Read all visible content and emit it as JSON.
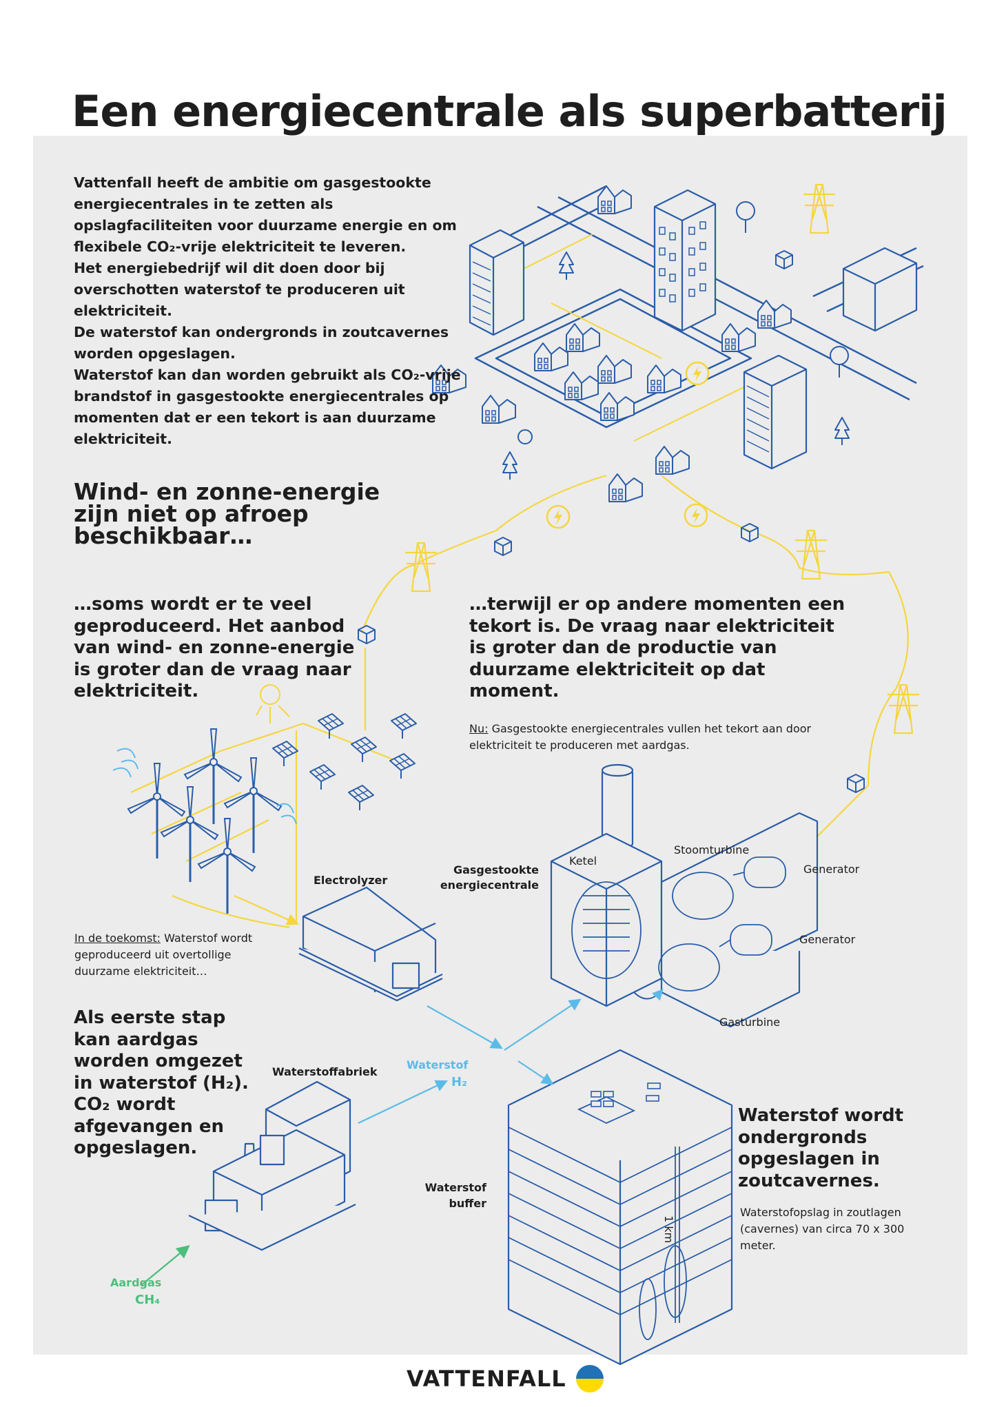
{
  "title": "Een energiecentrale als superbatterij",
  "intro": {
    "p1": "Vattenfall heeft de ambitie om gasgestookte energiecentrales in te zetten als opslagfaciliteiten voor duurzame energie en om flexibele CO₂-vrije elektriciteit te leveren.",
    "p2": "Het energiebedrijf wil dit doen door bij overschotten waterstof te produceren uit elektriciteit.",
    "p3": "De waterstof kan ondergronds in zoutcavernes worden opgeslagen.",
    "p4": "Waterstof kan dan worden gebruikt als CO₂-vrije brandstof in gasgestookte energiecentrales op momenten dat er een tekort is aan duurzame elektriciteit."
  },
  "wind_heading": "Wind- en zonne-energie zijn niet op afroep beschikbaar…",
  "surplus_text": "…soms wordt er te veel geproduceerd. Het aanbod van wind- en zonne-energie is groter dan de vraag naar elektriciteit.",
  "shortage_text": "…terwijl er op andere momenten een tekort is. De vraag naar elektriciteit is groter dan de productie van duurzame elektriciteit op dat moment.",
  "now_note": {
    "label": "Nu:",
    "text": " Gasgestookte energiecentrales vullen het tekort aan door elektriciteit te produceren met aardgas."
  },
  "future_note": {
    "label": "In de toekomst:",
    "text": " Waterstof wordt geproduceerd uit overtollige duurzame elektriciteit…"
  },
  "first_step": "Als eerste stap kan aardgas worden omgezet in waterstof (H₂). CO₂ wordt afgevangen en opgeslagen.",
  "storage_heading": "Waterstof wordt ondergronds opgeslagen in zoutcavernes.",
  "storage_note": "Waterstofopslag in zoutlagen (cavernes) van circa 70 x 300 meter.",
  "labels": {
    "electrolyzer": "Electrolyzer",
    "plant": "Gasgestookte energiecentrale",
    "ketel": "Ketel",
    "stoomturbine": "Stoomturbine",
    "generator1": "Generator",
    "generator2": "Generator",
    "gasturbine": "Gasturbine",
    "waterstof": "Waterstof",
    "h2": "H₂",
    "factory": "Waterstoffabriek",
    "buffer": "Waterstof buffer",
    "depth": "1 km",
    "aardgas": "Aardgas",
    "ch4": "CH₄"
  },
  "brand": "VATTENFALL",
  "colors": {
    "line": "#2a5da8",
    "power": "#f5d63d",
    "hydrogen": "#5bbbe8",
    "gas": "#4cbf7c",
    "panel": "#ececec"
  }
}
